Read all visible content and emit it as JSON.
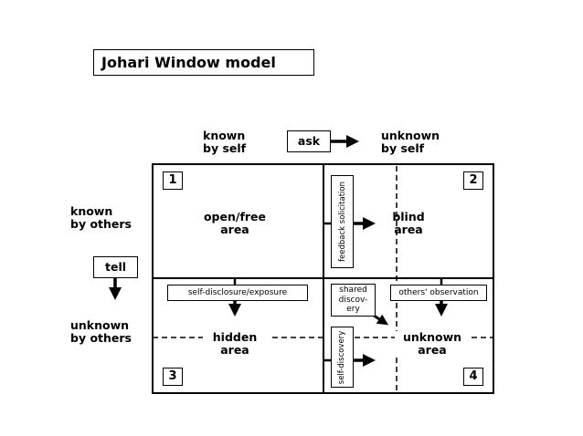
{
  "title": "Johari Window model",
  "columns": {
    "known_by_self": "known\nby self",
    "unknown_by_self": "unknown\nby self"
  },
  "rows": {
    "known_by_others": "known\nby others",
    "unknown_by_others": "unknown\nby others"
  },
  "actions": {
    "ask": "ask",
    "tell": "tell"
  },
  "quadrants": [
    {
      "number": "1",
      "label": "open/free\narea"
    },
    {
      "number": "2",
      "label": "blind\narea"
    },
    {
      "number": "3",
      "label": "hidden\narea"
    },
    {
      "number": "4",
      "label": "unknown\narea"
    }
  ],
  "processes": {
    "feedback": "feedback solicitation",
    "self_disclosure": "self-disclosure/exposure",
    "others_observation": "others' observation",
    "shared_discovery": "shared\ndiscov-\nery",
    "self_discovery": "self-discovery"
  }
}
